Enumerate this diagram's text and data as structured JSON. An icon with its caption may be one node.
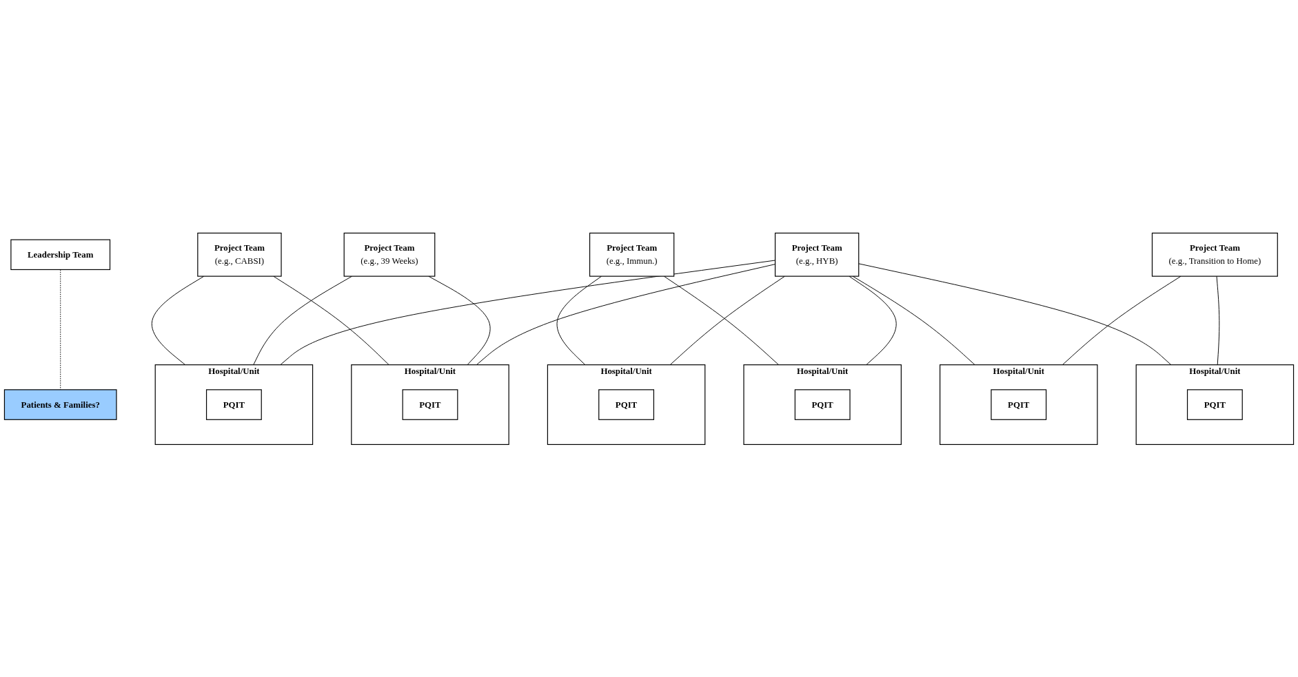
{
  "diagram": {
    "nodes": [
      {
        "text": [
          "Leadership Team"
        ]
      },
      {
        "text": [
          "Patients & Families?"
        ]
      },
      {
        "text": [
          "Project Team",
          "(e.g., CABSI)"
        ]
      },
      {
        "text": [
          "Project Team",
          "(e.g., 39 Weeks)"
        ]
      },
      {
        "text": [
          "Project Team",
          "(e.g., Immun.)"
        ]
      },
      {
        "text": [
          "Project Team",
          "(e.g., HYB)"
        ]
      },
      {
        "text": [
          "Project Team",
          "(e.g., Transition to Home)"
        ]
      },
      {
        "text": [
          "Hospital/Unit"
        ]
      },
      {
        "text": [
          "PQIT"
        ],
        "in": 7
      },
      {
        "text": [
          "Hospital/Unit"
        ]
      },
      {
        "text": [
          "PQIT"
        ],
        "in": 9
      },
      {
        "text": [
          "Hospital/Unit"
        ]
      },
      {
        "text": [
          "PQIT"
        ],
        "in": 11
      },
      {
        "text": [
          "Hospital/Unit"
        ]
      },
      {
        "text": [
          "PQIT"
        ],
        "in": 13
      },
      {
        "text": [
          "Hospital/Unit"
        ]
      },
      {
        "text": [
          "PQIT"
        ],
        "in": 15
      },
      {
        "text": [
          "Hospital/Unit"
        ]
      },
      {
        "text": [
          "PQIT"
        ],
        "in": 17
      }
    ],
    "edges": [
      {
        "from": 0,
        "to": 1,
        "arrow": "none",
        "style": "dashed"
      },
      {
        "from": 2,
        "to": 7,
        "arrow": "none"
      },
      {
        "from": 2,
        "to": 15,
        "arrow": "none"
      },
      {
        "from": 3,
        "to": 7,
        "arrow": "none"
      },
      {
        "from": 3,
        "to": 15,
        "arrow": "none"
      },
      {
        "from": 4,
        "to": 9,
        "arrow": "none"
      },
      {
        "from": 4,
        "to": 11,
        "arrow": "none"
      },
      {
        "from": 5,
        "to": 7,
        "arrow": "none"
      },
      {
        "from": 5,
        "to": 9,
        "arrow": "none"
      },
      {
        "from": 5,
        "to": 11,
        "arrow": "none"
      },
      {
        "from": 5,
        "to": 13,
        "arrow": "none"
      },
      {
        "from": 5,
        "to": 15,
        "arrow": "none"
      },
      {
        "from": 5,
        "to": 17,
        "arrow": "none"
      },
      {
        "from": 6,
        "to": 13,
        "arrow": "none"
      },
      {
        "from": 6,
        "to": 17,
        "arrow": "none"
      }
    ]
  }
}
